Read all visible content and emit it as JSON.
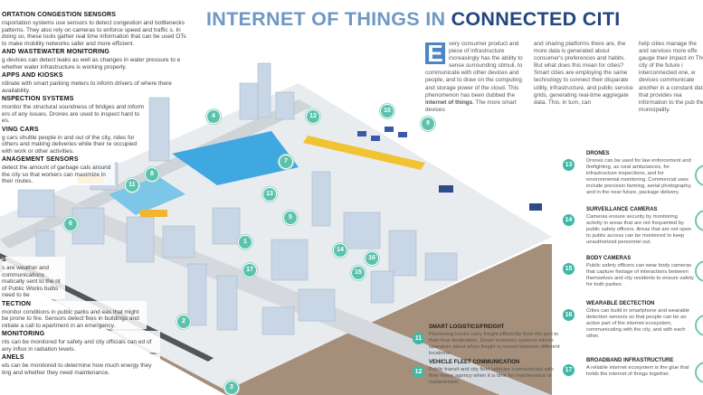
{
  "title": {
    "part1": "INTERNET OF THINGS IN ",
    "part2": "CONNECTED CITI"
  },
  "colors": {
    "title_light": "#6f98c4",
    "title_dark": "#24467e",
    "accent_teal": "#3fb8a5",
    "dropcap": "#4d87c3"
  },
  "intro": {
    "dropcap": "E",
    "col1_a": "very consumer product and piece of infrastructure increasingly has the ability to sense surrounding stimuli, to communicate with other devices and people, and to draw on the computing and storage power of the cloud. This phenomenon has been dubbed the ",
    "col1_bold": "internet of things",
    "col1_b": ". The more smart devices",
    "col2": "and sharing platforms there are, the more data is generated about consumer's preferences and habits. But what does this mean for cities? Smart cities are employing the same technology to connect their disparate utility, infrastructure, and public service grids, generating real-time aggregate data. This, in turn, can",
    "col3": "help cities manage the and services more effe gauge their impact im The city of the future i interconnected one, w devices communicate another in a constant data that provides rea information to the pub the municipality."
  },
  "left_items": [
    {
      "title": "ORTATION CONGESTION SENSORS",
      "text": "nsportation systems use sensors to detect congestion and bottlenecks patterns. They also rely on cameras to enforce speed and traffic s. In doing so, these tools gather real time information that can be used OTs to make mobility networks safer and more efficient."
    },
    {
      "title": "AND WASTEWATER MONITORING",
      "text": "g devices can detect leaks as well as changes in water pressure to e whether water infrastructure is working properly."
    },
    {
      "title": "APPS AND KIOSKS",
      "text": "rdinate with smart parking meters to inform drivers of where there availability."
    },
    {
      "title": "NSPECTION SYSTEMS",
      "text": "monitor the structural soundness of bridges and inform ers of any issues. Drones are used to inspect hard to es."
    },
    {
      "title": "VING CARS",
      "text": "g cars shuttle people in and out of the city, rides for others and making deliveries while their re occupied with work or other activities."
    },
    {
      "title": "ANAGEMENT SENSORS",
      "text": "detect the amount of garbage cals around the city so that workers can maximize in their routes."
    },
    {
      "title": "S",
      "text": "s are weather and communications matically sent to the nt of Public Works bulbs need to be"
    },
    {
      "title": "TECTION",
      "text": "monitor conditions in public parks and eas that might be prone to fire. Sensors detect fires in buildings and initiate a call to epartment in an emergency."
    },
    {
      "title": "MONITORING",
      "text": "nts can be monitored for safety and city officials can ed of any influx in radiation levels."
    },
    {
      "title": "ANELS",
      "text": "els can be monitored to determine how much energy they ting and whether they need maintenance."
    }
  ],
  "right_items": [
    {
      "num": "13",
      "title": "DRONES",
      "text": "Drones can be used for law enforcement and firefighting, as rural ambulances, for infrastructure inspections, and for environmental monitoring. Commercial uses include precision farming, aerial photography, and in the near future, package delivery."
    },
    {
      "num": "14",
      "title": "SURVEILLANCE CAMERAS",
      "text": "Cameras ensure security by monitoring activity in areas that are not frequented by public safety officers. Areas that are not open to public access can be monitored to keep unauthorized personnel out."
    },
    {
      "num": "15",
      "title": "BODY CAMERAS",
      "text": "Public safety officers can wear body cameras that capture footage of interactions between themselves and city residents to ensure safety for both parties."
    },
    {
      "num": "16",
      "title": "WEARABLE DECTECTION",
      "text": "Cities can build in smartphone and wearable detection sensors so that people can be an active part of the internet ecosystem, communicating with the city, and with each other."
    },
    {
      "num": "17",
      "title": "BROADBAND INFRASTRUCTURE",
      "text": "A reliable internet ecosystem is the glue that holds the internet of things together."
    }
  ],
  "bottom_items": [
    {
      "num": "11",
      "title": "SMART LOGISTICS/FREIGHT",
      "text": "Platooning trucks carry freight efficiently from the port to their final destination. Smart inventory systems inform operators about when freight is moved between different locations."
    },
    {
      "num": "12",
      "title": "VEHICLE FLEET COMMUNICATION",
      "text": "Public transit and city fleet vehicles communicate with their home agency when it is time for maintenance or replacement."
    }
  ],
  "map_markers": [
    "1",
    "2",
    "3",
    "4",
    "5",
    "6",
    "7",
    "8",
    "9",
    "10",
    "11",
    "12",
    "13",
    "14",
    "15",
    "16",
    "17"
  ]
}
